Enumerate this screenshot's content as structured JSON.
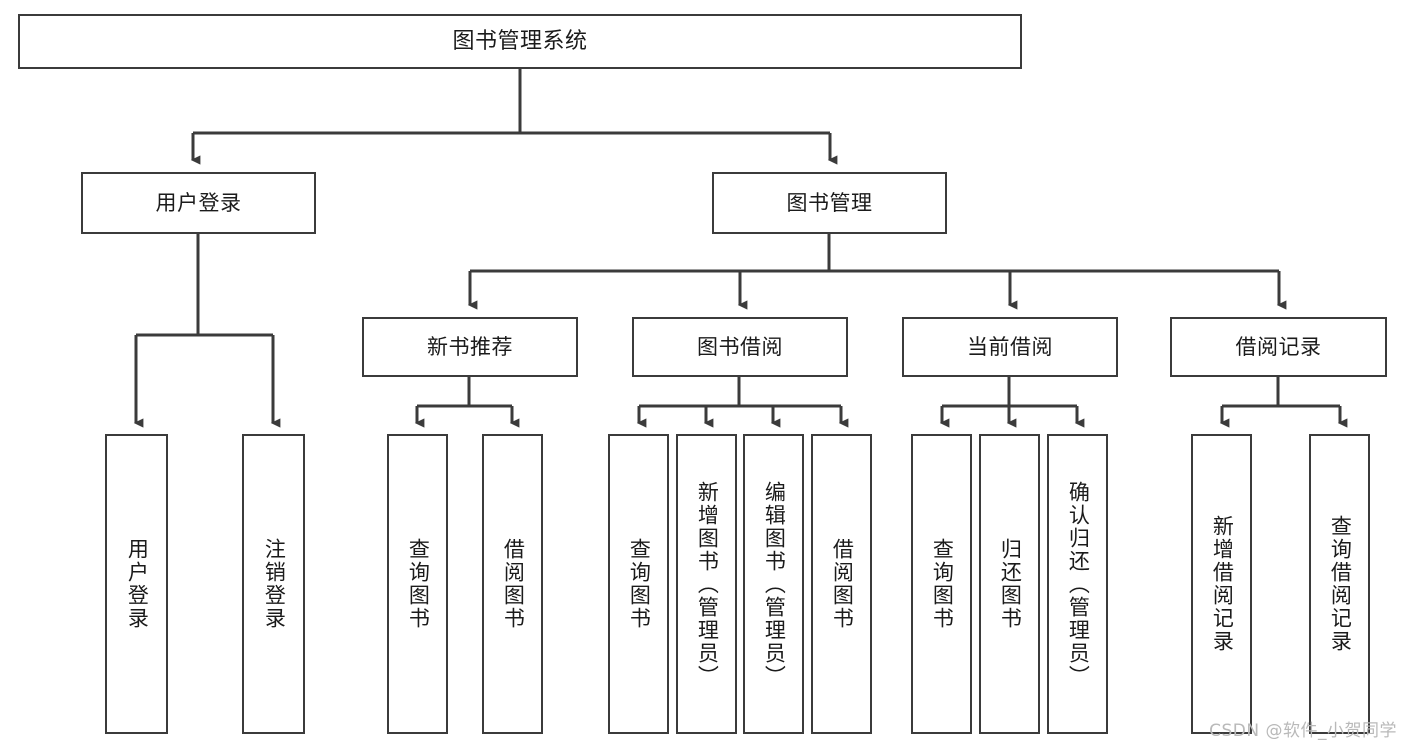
{
  "diagram": {
    "title": "图书管理系统",
    "type": "tree-structure-chart",
    "line_color": "#3b3b3b",
    "box_fill": "#ffffff",
    "text_color": "#1b1b1b"
  },
  "nodes": {
    "root": {
      "label": "图书管理系统"
    },
    "tier2": [
      {
        "label": "用户登录"
      },
      {
        "label": "图书管理"
      }
    ],
    "tier3": [
      {
        "label": "新书推荐"
      },
      {
        "label": "图书借阅"
      },
      {
        "label": "当前借阅"
      },
      {
        "label": "借阅记录"
      }
    ],
    "leaves": {
      "user_login": [
        {
          "label": "用户登录"
        },
        {
          "label": "注销登录"
        }
      ],
      "new_book": [
        {
          "label": "查询图书"
        },
        {
          "label": "借阅图书"
        }
      ],
      "book_borrow": [
        {
          "label": "查询图书"
        },
        {
          "label": "新增图书（管理员）"
        },
        {
          "label": "编辑图书（管理员）"
        },
        {
          "label": "借阅图书"
        }
      ],
      "current_borrow": [
        {
          "label": "查询图书"
        },
        {
          "label": "归还图书"
        },
        {
          "label": "确认归还（管理员）"
        }
      ],
      "borrow_record": [
        {
          "label": "新增借阅记录"
        },
        {
          "label": "查询借阅记录"
        }
      ]
    }
  },
  "watermark": {
    "text": "CSDN @软件_小贺同学"
  }
}
